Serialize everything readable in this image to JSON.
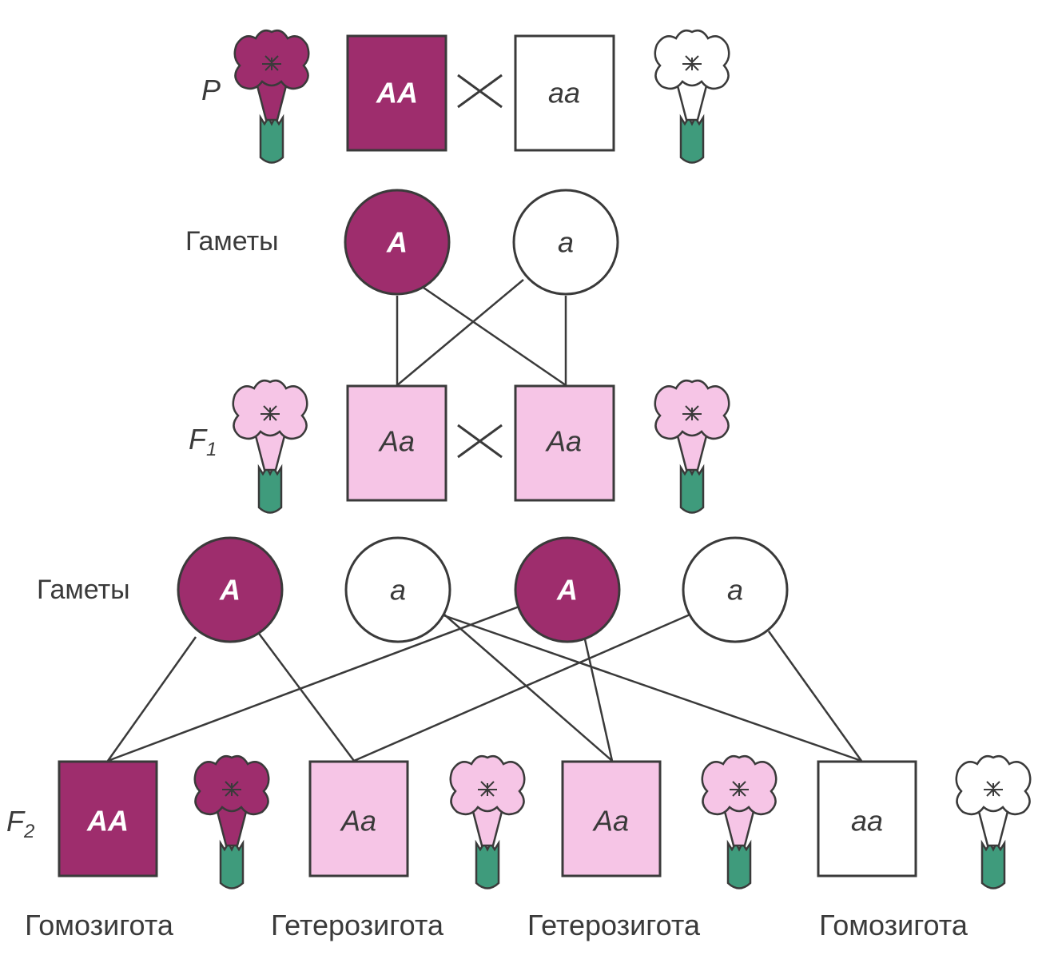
{
  "colors": {
    "dominant": "#9e2d6d",
    "hetero": "#f6c5e6",
    "recessive": "#ffffff",
    "stem": "#3f9b7c",
    "outline": "#3a3a3a"
  },
  "generations": {
    "p": "P",
    "f1": "F",
    "f1_sub": "1",
    "f2": "F",
    "f2_sub": "2"
  },
  "gametes_label_1": "Гаметы",
  "gametes_label_2": "Гаметы",
  "parents": [
    {
      "genotype": "AA",
      "phenotype": "dominant"
    },
    {
      "genotype": "aa",
      "phenotype": "recessive"
    }
  ],
  "gametes_p": [
    {
      "allele": "A",
      "phenotype": "dominant"
    },
    {
      "allele": "a",
      "phenotype": "recessive"
    }
  ],
  "f1": [
    {
      "genotype": "Aa",
      "phenotype": "hetero"
    },
    {
      "genotype": "Aa",
      "phenotype": "hetero"
    }
  ],
  "gametes_f1": [
    {
      "allele": "A",
      "phenotype": "dominant"
    },
    {
      "allele": "a",
      "phenotype": "recessive"
    },
    {
      "allele": "A",
      "phenotype": "dominant"
    },
    {
      "allele": "a",
      "phenotype": "recessive"
    }
  ],
  "f2": [
    {
      "genotype": "AA",
      "phenotype": "dominant",
      "label": "Гомозигота"
    },
    {
      "genotype": "Aa",
      "phenotype": "hetero",
      "label": "Гетерозигота"
    },
    {
      "genotype": "Aa",
      "phenotype": "hetero",
      "label": "Гетерозигота"
    },
    {
      "genotype": "aa",
      "phenotype": "recessive",
      "label": "Гомозигота"
    }
  ],
  "cross_symbol": "×"
}
